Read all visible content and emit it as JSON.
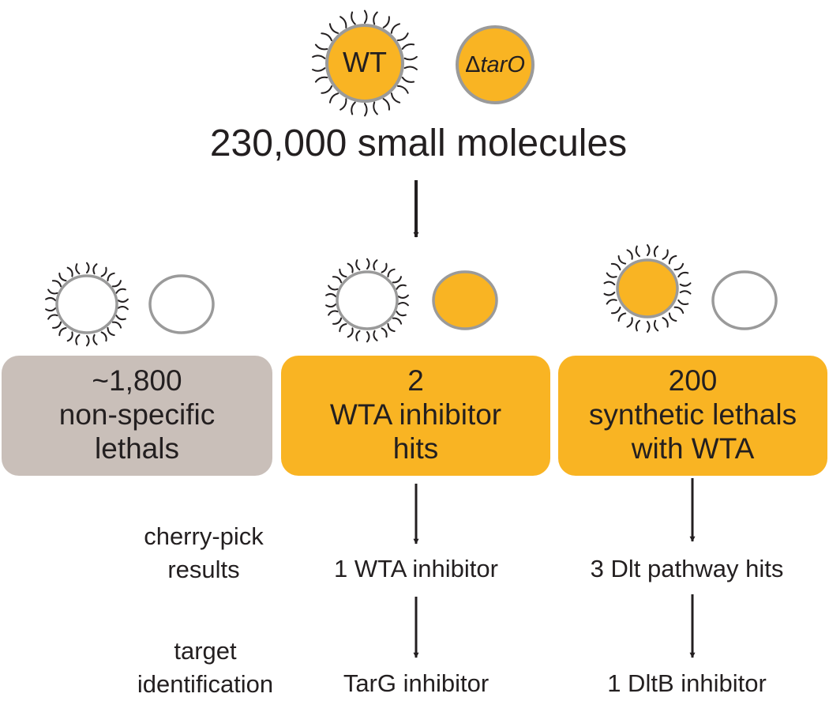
{
  "colors": {
    "orange": "#f9b423",
    "grey_box": "#c9bfb9",
    "outline": "#9a9a9a",
    "text": "#231f20"
  },
  "top": {
    "wt_label": "WT",
    "mutant_delta": "Δ",
    "mutant_gene": "tarO",
    "headline": "230,000 small molecules"
  },
  "columns": [
    {
      "cell_states": [
        "dead-wt",
        "dead-mutant"
      ],
      "box_color": "grey",
      "box_lines": [
        "~1,800",
        "non-specific",
        "lethals"
      ]
    },
    {
      "cell_states": [
        "dead-wt",
        "alive-mutant"
      ],
      "box_color": "orange",
      "box_lines": [
        "2",
        "WTA inhibitor",
        "hits"
      ],
      "cherry_pick": "1 WTA inhibitor",
      "target": "TarG inhibitor"
    },
    {
      "cell_states": [
        "alive-wt",
        "dead-mutant"
      ],
      "box_color": "orange",
      "box_lines": [
        "200",
        "synthetic lethals",
        "with WTA"
      ],
      "cherry_pick": "3 Dlt pathway hits",
      "target": "1 DltB inhibitor"
    }
  ],
  "row_labels": {
    "cherry_pick": [
      "cherry-pick",
      "results"
    ],
    "target": [
      "target",
      "identification"
    ]
  }
}
